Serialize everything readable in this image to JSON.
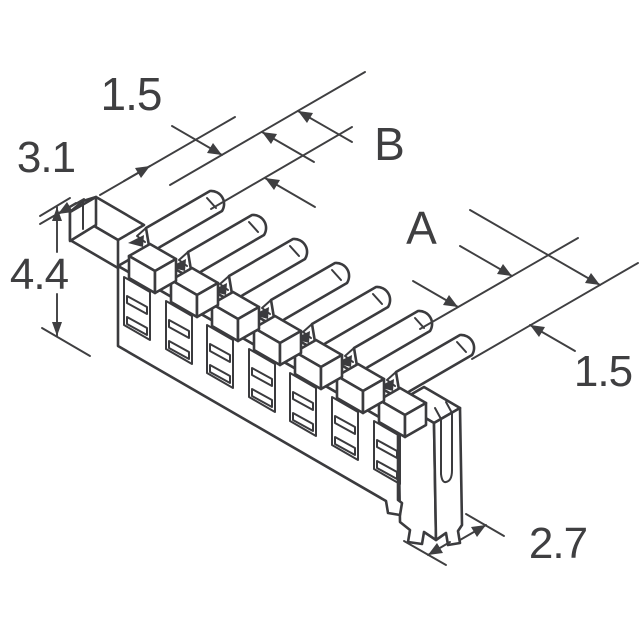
{
  "figure": {
    "kind": "isometric-technical-line-drawing",
    "subject": "7-position connector header with locking contacts and end slot",
    "line_color": "#3b3b3e",
    "background_color": "#ffffff",
    "positions": 7
  },
  "dimensions": {
    "pitch_top": "1.5",
    "end_offset": "3.1",
    "span_b": "B",
    "span_a": "A",
    "height": "4.4",
    "pitch_right": "1.5",
    "depth": "2.7"
  }
}
